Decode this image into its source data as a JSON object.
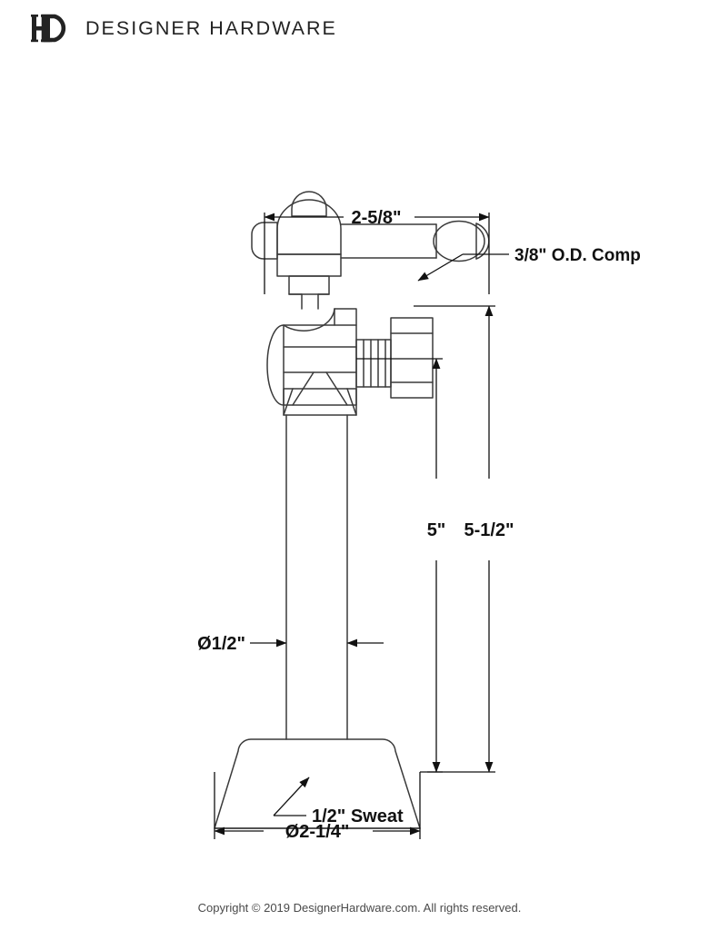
{
  "header": {
    "logo_icon": "hd-monogram-icon",
    "brand_name": "DESIGNER HARDWARE"
  },
  "drawing": {
    "title": "Angle stop valve technical dimension drawing",
    "line_color": "#3a3a3a",
    "text_color": "#111111",
    "dimensions": {
      "overall_width": "2-5/8\"",
      "outlet_callout": "3/8\" O.D. Comp",
      "height_to_outlet_lower": "5\"",
      "height_to_outlet_upper": "5-1/2\"",
      "tube_diameter": "Ø1/2\"",
      "inlet_callout": "1/2\" Sweat",
      "flange_diameter": "Ø2-1/4\""
    }
  },
  "footer": {
    "copyright": "Copyright © 2019 DesignerHardware.com. All rights reserved."
  }
}
